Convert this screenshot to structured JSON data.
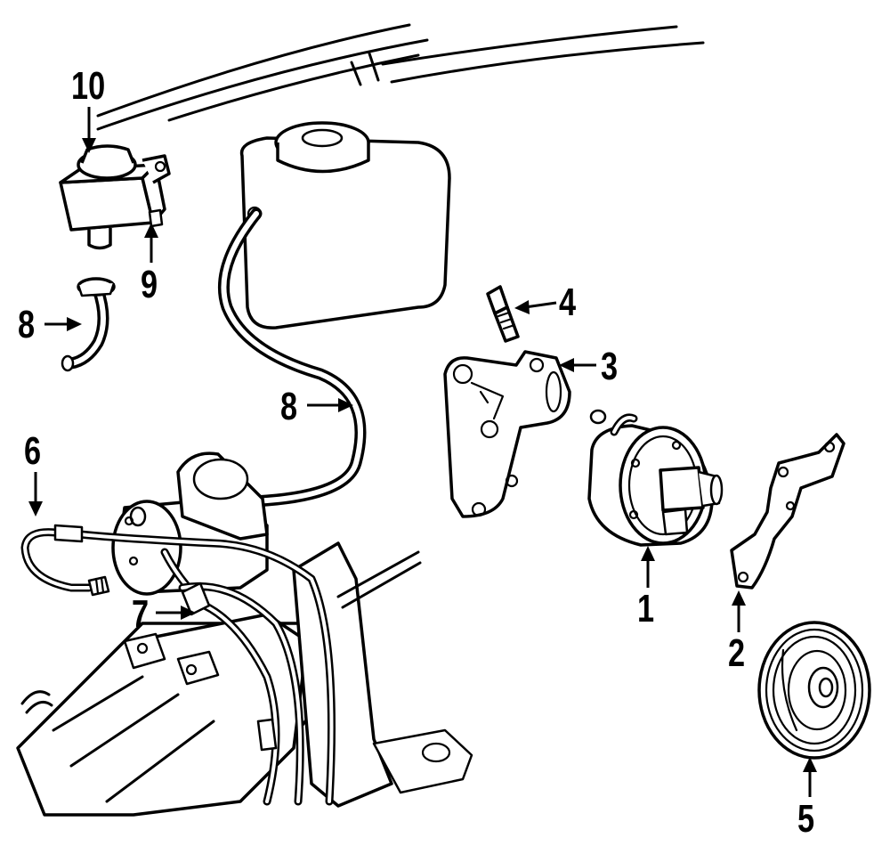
{
  "callouts": [
    {
      "id": "1",
      "label": "1"
    },
    {
      "id": "2",
      "label": "2"
    },
    {
      "id": "3",
      "label": "3"
    },
    {
      "id": "4",
      "label": "4"
    },
    {
      "id": "5",
      "label": "5"
    },
    {
      "id": "6",
      "label": "6"
    },
    {
      "id": "7",
      "label": "7"
    },
    {
      "id": "8a",
      "label": "8"
    },
    {
      "id": "8b",
      "label": "8"
    },
    {
      "id": "9",
      "label": "9"
    },
    {
      "id": "10",
      "label": "10"
    }
  ]
}
